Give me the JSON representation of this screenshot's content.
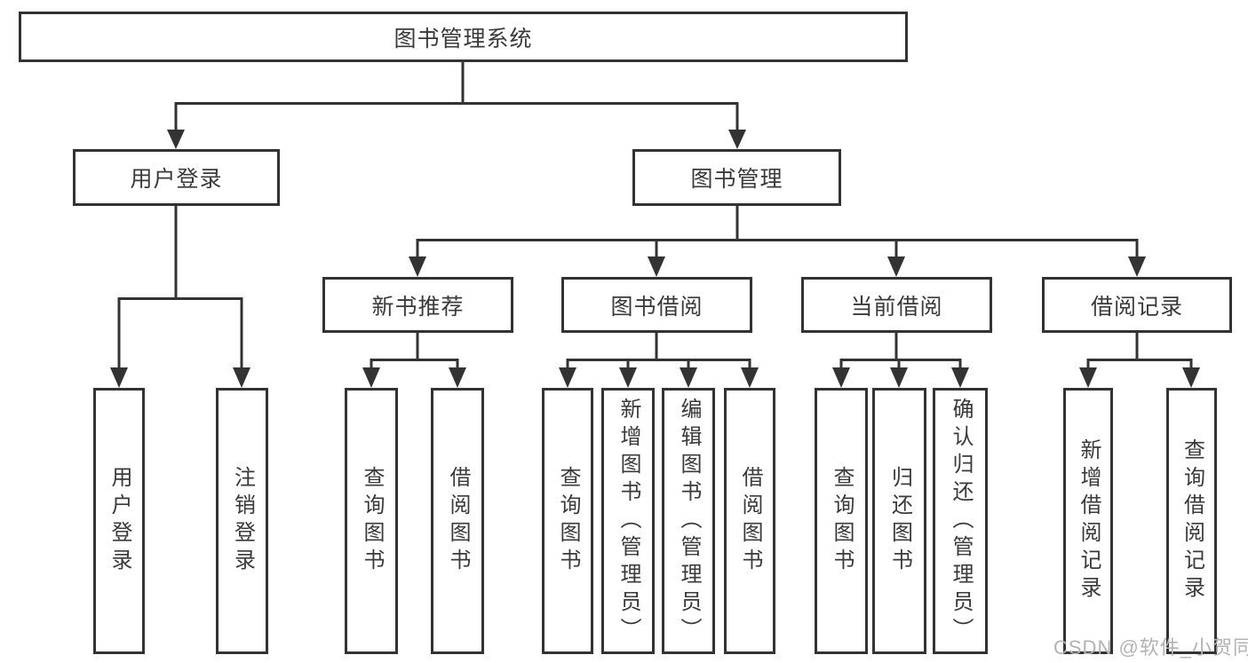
{
  "root": {
    "label": "图书管理系统"
  },
  "level2": [
    {
      "label": "用户登录"
    },
    {
      "label": "图书管理"
    }
  ],
  "level3": [
    {
      "label": "新书推荐"
    },
    {
      "label": "图书借阅"
    },
    {
      "label": "当前借阅"
    },
    {
      "label": "借阅记录"
    }
  ],
  "leaves": {
    "user_login": [
      "用户登录",
      "注销登录"
    ],
    "new_book_recommend": [
      "查询图书",
      "借阅图书"
    ],
    "book_borrow": [
      "查询图书",
      "新增图书（管理员）",
      "编辑图书（管理员）",
      "借阅图书"
    ],
    "current_borrow": [
      "查询图书",
      "归还图书",
      "确认归还（管理员）"
    ],
    "borrow_record": [
      "新增借阅记录",
      "查询借阅记录"
    ]
  },
  "watermark": "CSDN @软件_小贺同学",
  "colors": {
    "line": "#333333",
    "background": "#ffffff",
    "watermark": "#b3b3b3"
  }
}
